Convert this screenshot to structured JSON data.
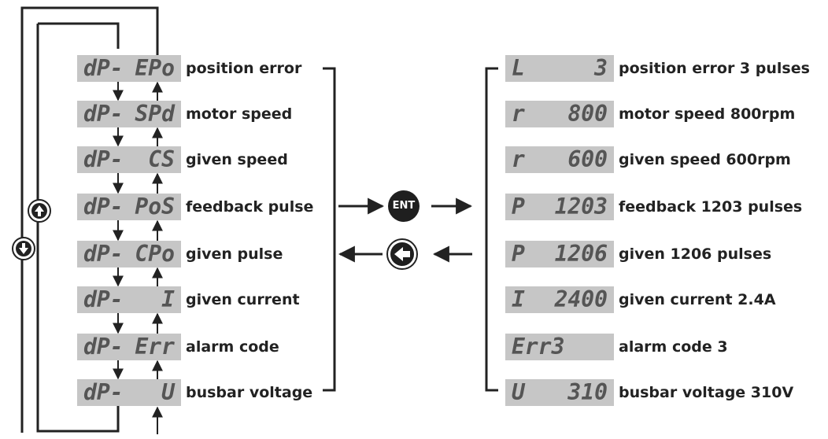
{
  "left_items": [
    {
      "prefix": "dP-",
      "value": "EPo",
      "label": "position error"
    },
    {
      "prefix": "dP-",
      "value": "SPd",
      "label": "motor speed"
    },
    {
      "prefix": "dP-",
      "value": "CS",
      "label": "given speed"
    },
    {
      "prefix": "dP-",
      "value": "PoS",
      "label": "feedback pulse"
    },
    {
      "prefix": "dP-",
      "value": "CPo",
      "label": "given pulse"
    },
    {
      "prefix": "dP-",
      "value": "I",
      "label": "given current"
    },
    {
      "prefix": "dP-",
      "value": "Err",
      "label": "alarm code"
    },
    {
      "prefix": "dP-",
      "value": "U",
      "label": "busbar voltage"
    }
  ],
  "right_items": [
    {
      "prefix": "L",
      "value": "3",
      "label": "position error 3 pulses"
    },
    {
      "prefix": "r",
      "value": "800",
      "label": "motor speed 800rpm"
    },
    {
      "prefix": "r",
      "value": "600",
      "label": "given speed 600rpm"
    },
    {
      "prefix": "P",
      "value": "1203",
      "label": "feedback 1203 pulses"
    },
    {
      "prefix": "P",
      "value": "1206",
      "label": "given 1206 pulses"
    },
    {
      "prefix": "I",
      "value": "2400",
      "label": "given current 2.4A"
    },
    {
      "prefix": "Err3",
      "value": "",
      "label": "alarm code 3"
    },
    {
      "prefix": "U",
      "value": "310",
      "label": "busbar voltage 310V"
    }
  ],
  "buttons": {
    "ent_label": "ENT",
    "up": "up-arrow-icon",
    "down": "down-arrow-icon",
    "back": "left-arrow-icon"
  }
}
